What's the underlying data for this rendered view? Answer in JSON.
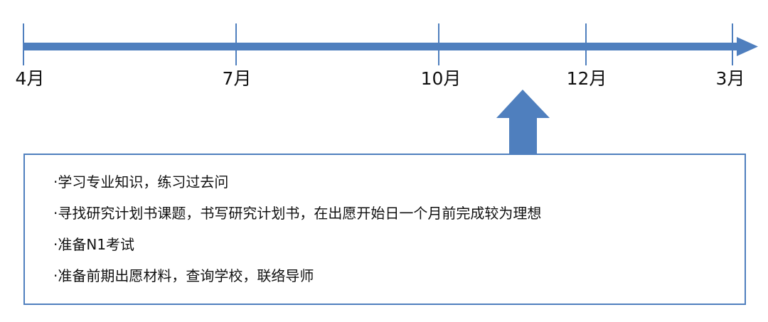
{
  "timeline": {
    "ticks": [
      "4月",
      "7月",
      "10月",
      "12月",
      "3月"
    ],
    "color": "#4f7fbe"
  },
  "box": {
    "items": [
      "·学习专业知识，练习过去问",
      "·寻找研究计划书课题，书写研究计划书，在出愿开始日一个月前完成较为理想",
      "·准备N1考试",
      "·准备前期出愿材料，查询学校，联络导师"
    ],
    "border_color": "#4f7fbe"
  }
}
